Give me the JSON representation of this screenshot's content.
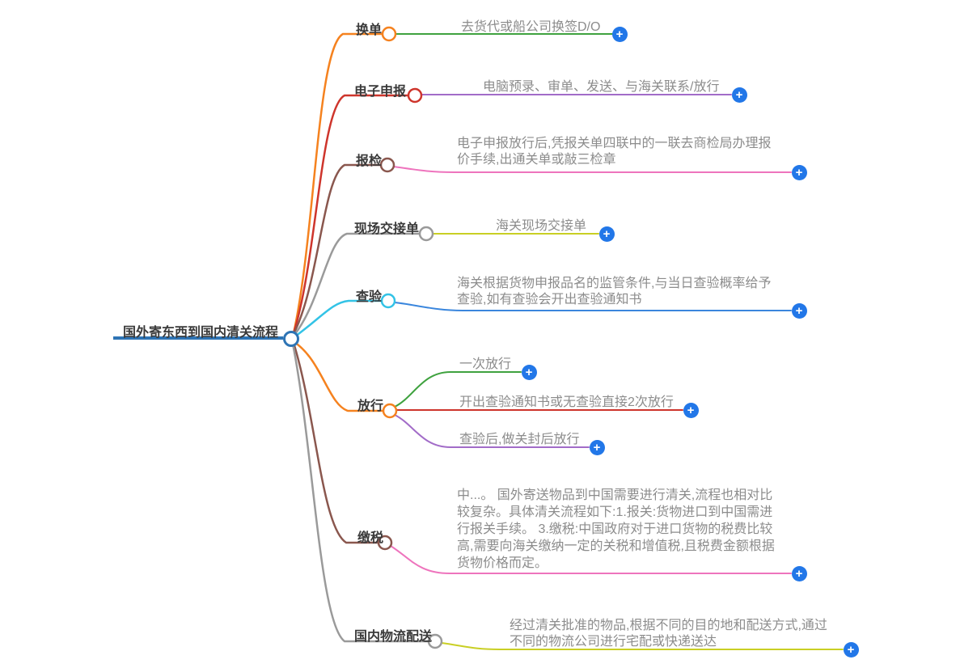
{
  "root": {
    "label": "国外寄东西到国内清关流程",
    "color": "#2e74b5"
  },
  "plus": {
    "glyph": "+",
    "color": "#2277e8"
  },
  "branches": [
    {
      "label": "换单",
      "color": "#f5821f",
      "children": [
        {
          "color": "#3fa23f",
          "lines": [
            "去货代或船公司换签D/O"
          ]
        }
      ]
    },
    {
      "label": "电子申报",
      "color": "#ce352c",
      "children": [
        {
          "color": "#a26cc8",
          "lines": [
            "电脑预录、审单、发送、与海关联系/放行"
          ]
        }
      ]
    },
    {
      "label": "报检",
      "color": "#8a574e",
      "children": [
        {
          "color": "#ee74bd",
          "lines": [
            "电子申报放行后,凭报关单四联中的一联去商检局办理报",
            "价手续,出通关单或敲三检章"
          ]
        }
      ]
    },
    {
      "label": "现场交接单",
      "color": "#9a9a9a",
      "children": [
        {
          "color": "#c9cf24",
          "lines": [
            "海关现场交接单"
          ]
        }
      ]
    },
    {
      "label": "查验",
      "color": "#33c3e6",
      "children": [
        {
          "color": "#3a86dd",
          "lines": [
            "海关根据货物申报品名的监管条件,与当日查验概率给予",
            "查验,如有查验会开出查验通知书"
          ]
        }
      ]
    },
    {
      "label": "放行",
      "color": "#f5821f",
      "children": [
        {
          "color": "#3fa23f",
          "lines": [
            "一次放行"
          ]
        },
        {
          "color": "#ce352c",
          "lines": [
            "开出查验通知书或无查验直接2次放行"
          ]
        },
        {
          "color": "#a26cc8",
          "lines": [
            "查验后,做关封后放行"
          ]
        }
      ]
    },
    {
      "label": "缴税",
      "color": "#8a574e",
      "children": [
        {
          "color": "#ee74bd",
          "lines": [
            "中...。 国外寄送物品到中国需要进行清关,流程也相对比",
            "较复杂。具体清关流程如下:1.报关:货物进口到中国需进",
            "行报关手续。 3.缴税:中国政府对于进口货物的税费比较",
            "高,需要向海关缴纳一定的关税和增值税,且税费金额根据",
            "货物价格而定。"
          ]
        }
      ]
    },
    {
      "label": "国内物流配送",
      "color": "#9a9a9a",
      "children": [
        {
          "color": "#c9cf24",
          "lines": [
            "经过清关批准的物品,根据不同的目的地和配送方式,通过",
            "不同的物流公司进行宅配或快递送达"
          ]
        }
      ]
    }
  ]
}
